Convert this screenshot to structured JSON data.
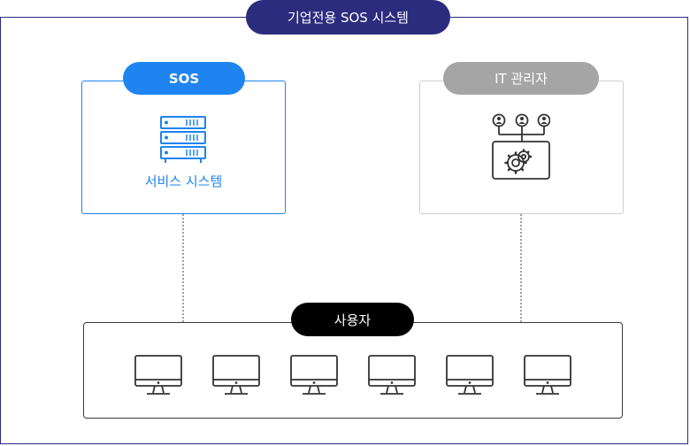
{
  "diagram": {
    "title": "기업전용 SOS 시스템",
    "sos_header": "SOS",
    "service_label": "서비스 시스템",
    "it_header": "IT 관리자",
    "user_header": "사용자",
    "user_terminal_count": 6
  },
  "colors": {
    "title_bg": "#2b2c7e",
    "sos_accent": "#1e84f0",
    "it_accent": "#a5a5a5",
    "user_bg": "#000000"
  },
  "icons": {
    "sos": "server-rack-icon",
    "it": "admin-gear-panel-icon",
    "user": "desktop-monitor-icon"
  }
}
